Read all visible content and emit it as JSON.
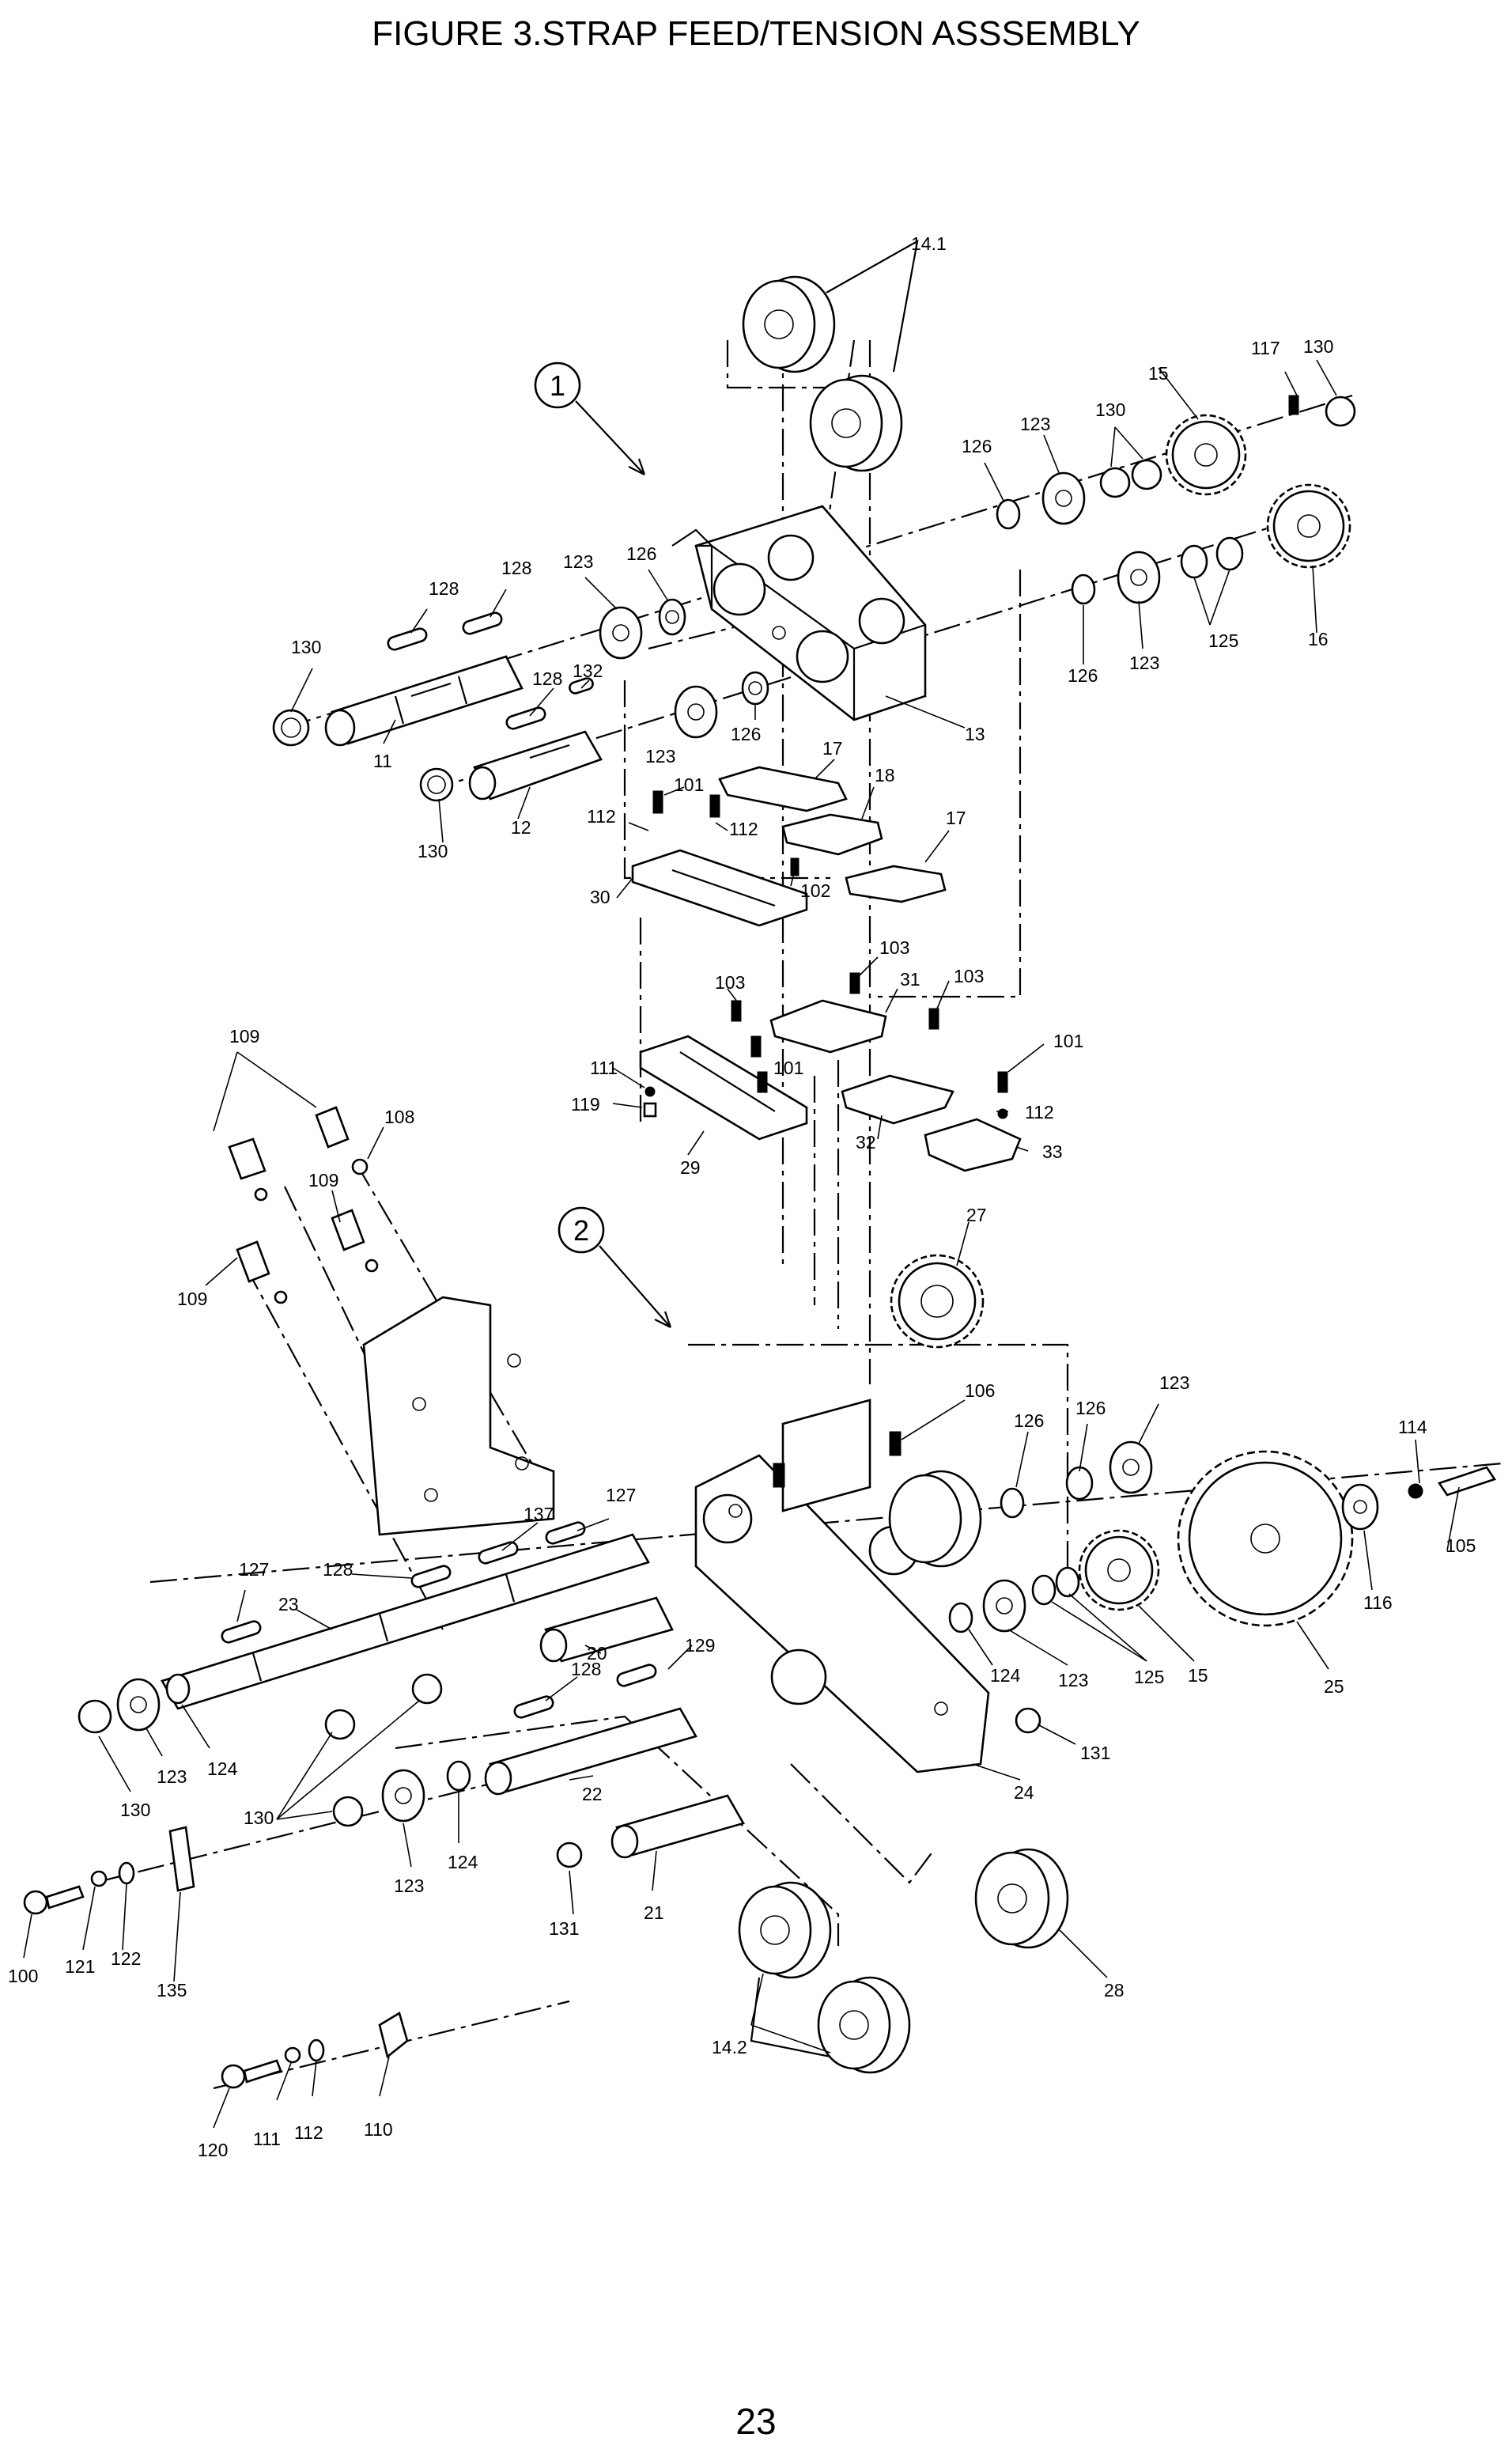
{
  "title": "FIGURE 3.STRAP FEED/TENSION ASSSEMBLY",
  "page_number": "23",
  "callouts": [
    "1",
    "2"
  ],
  "labels": [
    {
      "id": "l1",
      "text": "14.1"
    },
    {
      "id": "l2",
      "text": "117"
    },
    {
      "id": "l3",
      "text": "130"
    },
    {
      "id": "l4",
      "text": "15"
    },
    {
      "id": "l5",
      "text": "130"
    },
    {
      "id": "l6",
      "text": "123"
    },
    {
      "id": "l7",
      "text": "126"
    },
    {
      "id": "l8",
      "text": "128"
    },
    {
      "id": "l9",
      "text": "128"
    },
    {
      "id": "l10",
      "text": "123"
    },
    {
      "id": "l11",
      "text": "126"
    },
    {
      "id": "l12",
      "text": "130"
    },
    {
      "id": "l13",
      "text": "128"
    },
    {
      "id": "l14",
      "text": "132"
    },
    {
      "id": "l15",
      "text": "126"
    },
    {
      "id": "l16",
      "text": "123"
    },
    {
      "id": "l17",
      "text": "125"
    },
    {
      "id": "l18",
      "text": "16"
    },
    {
      "id": "l19",
      "text": "123"
    },
    {
      "id": "l20",
      "text": "126"
    },
    {
      "id": "l21",
      "text": "13"
    },
    {
      "id": "l22",
      "text": "11"
    },
    {
      "id": "l23",
      "text": "17"
    },
    {
      "id": "l24",
      "text": "18"
    },
    {
      "id": "l25",
      "text": "101"
    },
    {
      "id": "l26",
      "text": "112"
    },
    {
      "id": "l27",
      "text": "112"
    },
    {
      "id": "l28",
      "text": "17"
    },
    {
      "id": "l29",
      "text": "130"
    },
    {
      "id": "l30",
      "text": "12"
    },
    {
      "id": "l31",
      "text": "30"
    },
    {
      "id": "l32",
      "text": "102"
    },
    {
      "id": "l33",
      "text": "103"
    },
    {
      "id": "l34",
      "text": "103"
    },
    {
      "id": "l35",
      "text": "31"
    },
    {
      "id": "l36",
      "text": "103"
    },
    {
      "id": "l37",
      "text": "109"
    },
    {
      "id": "l38",
      "text": "101"
    },
    {
      "id": "l39",
      "text": "108"
    },
    {
      "id": "l40",
      "text": "111"
    },
    {
      "id": "l41",
      "text": "101"
    },
    {
      "id": "l42",
      "text": "112"
    },
    {
      "id": "l43",
      "text": "119"
    },
    {
      "id": "l44",
      "text": "32"
    },
    {
      "id": "l45",
      "text": "33"
    },
    {
      "id": "l46",
      "text": "29"
    },
    {
      "id": "l47",
      "text": "109"
    },
    {
      "id": "l48",
      "text": "27"
    },
    {
      "id": "l49",
      "text": "109"
    },
    {
      "id": "l50",
      "text": "106"
    },
    {
      "id": "l51",
      "text": "123"
    },
    {
      "id": "l52",
      "text": "126"
    },
    {
      "id": "l53",
      "text": "126"
    },
    {
      "id": "l54",
      "text": "114"
    },
    {
      "id": "l55",
      "text": "137"
    },
    {
      "id": "l56",
      "text": "127"
    },
    {
      "id": "l57",
      "text": "105"
    },
    {
      "id": "l58",
      "text": "127"
    },
    {
      "id": "l59",
      "text": "128"
    },
    {
      "id": "l60",
      "text": "116"
    },
    {
      "id": "l61",
      "text": "23"
    },
    {
      "id": "l62",
      "text": "20"
    },
    {
      "id": "l63",
      "text": "129"
    },
    {
      "id": "l64",
      "text": "128"
    },
    {
      "id": "l65",
      "text": "124"
    },
    {
      "id": "l66",
      "text": "123"
    },
    {
      "id": "l67",
      "text": "125"
    },
    {
      "id": "l68",
      "text": "15"
    },
    {
      "id": "l69",
      "text": "25"
    },
    {
      "id": "l70",
      "text": "123"
    },
    {
      "id": "l71",
      "text": "124"
    },
    {
      "id": "l72",
      "text": "131"
    },
    {
      "id": "l73",
      "text": "130"
    },
    {
      "id": "l74",
      "text": "22"
    },
    {
      "id": "l75",
      "text": "24"
    },
    {
      "id": "l76",
      "text": "130"
    },
    {
      "id": "l77",
      "text": "124"
    },
    {
      "id": "l78",
      "text": "123"
    },
    {
      "id": "l79",
      "text": "131"
    },
    {
      "id": "l80",
      "text": "21"
    },
    {
      "id": "l81",
      "text": "100"
    },
    {
      "id": "l82",
      "text": "121"
    },
    {
      "id": "l83",
      "text": "122"
    },
    {
      "id": "l84",
      "text": "135"
    },
    {
      "id": "l85",
      "text": "28"
    },
    {
      "id": "l86",
      "text": "14.2"
    },
    {
      "id": "l87",
      "text": "120"
    },
    {
      "id": "l88",
      "text": "111"
    },
    {
      "id": "l89",
      "text": "112"
    },
    {
      "id": "l90",
      "text": "110"
    }
  ]
}
